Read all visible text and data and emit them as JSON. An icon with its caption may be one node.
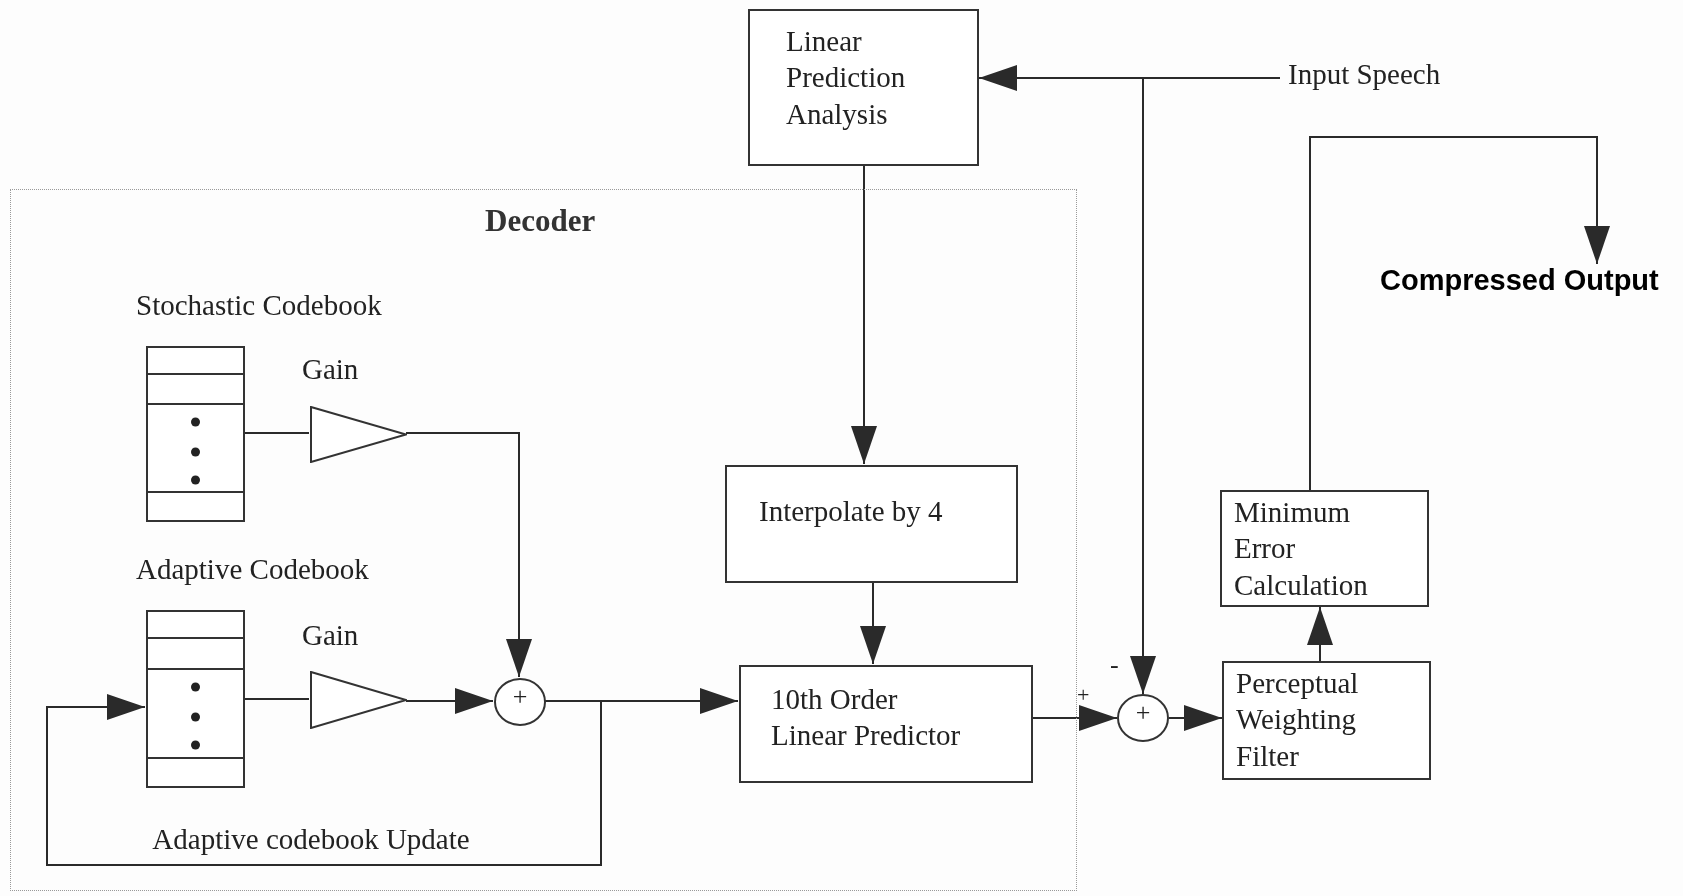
{
  "diagram": {
    "nodes": [
      {
        "text": [
          "Decoder"
        ]
      },
      {
        "text": [
          "Linear Prediction Analysis"
        ]
      },
      {
        "text": [
          "Input Speech"
        ]
      },
      {
        "text": [
          "Stochastic Codebook"
        ],
        "in": 0
      },
      {
        "text": [
          "Gain"
        ],
        "in": 0
      },
      {
        "text": [
          "Adaptive Codebook"
        ],
        "in": 0
      },
      {
        "text": [
          "Gain"
        ],
        "in": 0
      },
      {
        "text": [
          "+"
        ],
        "in": 0
      },
      {
        "text": [
          "Interpolate by 4"
        ],
        "in": 0
      },
      {
        "text": [
          "10th Order Linear Predictor"
        ],
        "in": 0
      },
      {
        "text": [
          "+"
        ]
      },
      {
        "text": [
          "Perceptual Weighting Filter"
        ]
      },
      {
        "text": [
          "Minimum Error Calculation"
        ]
      },
      {
        "text": [
          "Compressed Output"
        ]
      }
    ],
    "edges": [
      {
        "from": 2,
        "to": 1,
        "arrow": "to"
      },
      {
        "from": 2,
        "to": 10,
        "arrow": "to"
      },
      {
        "from": 1,
        "to": 8,
        "arrow": "to"
      },
      {
        "from": 3,
        "to": 4,
        "arrow": "none"
      },
      {
        "from": 4,
        "to": 7,
        "arrow": "to"
      },
      {
        "from": 5,
        "to": 6,
        "arrow": "none"
      },
      {
        "from": 6,
        "to": 7,
        "arrow": "to"
      },
      {
        "from": 7,
        "to": 9,
        "arrow": "to"
      },
      {
        "from": 7,
        "to": 5,
        "arrow": "to",
        "label": "Adaptive codebook Update"
      },
      {
        "from": 8,
        "to": 9,
        "arrow": "to"
      },
      {
        "from": 9,
        "to": 10,
        "arrow": "to"
      },
      {
        "from": 10,
        "to": 11,
        "arrow": "to"
      },
      {
        "from": 11,
        "to": 12,
        "arrow": "to"
      },
      {
        "from": 12,
        "to": 13,
        "arrow": "to"
      }
    ],
    "labels": [
      "+",
      "-"
    ]
  }
}
